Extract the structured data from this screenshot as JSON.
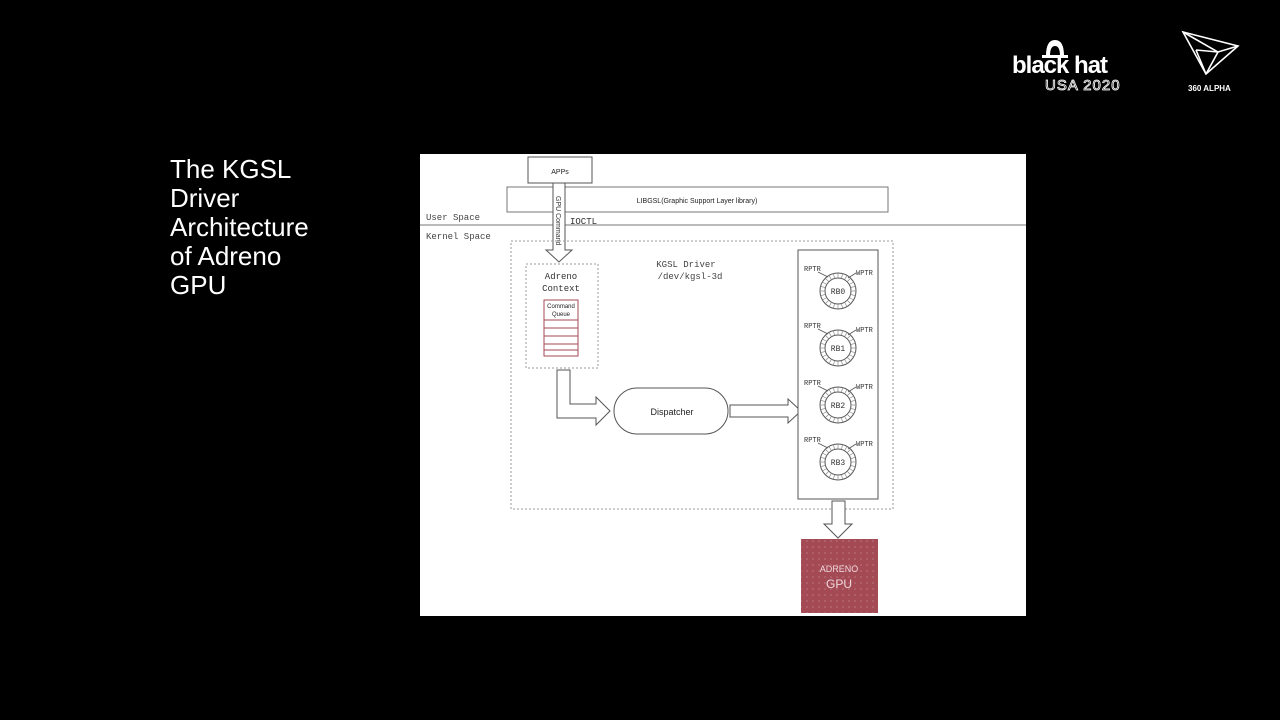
{
  "slide": {
    "title": "The KGSL\nDriver\nArchitecture\nof Adreno\nGPU"
  },
  "logos": {
    "blackhat_word": "black hat",
    "blackhat_sub": "USA 2020",
    "alpha_label": "360 ALPHA"
  },
  "diagram": {
    "apps": "APPs",
    "libgsl": "LIBGSL(Graphic Support Layer library)",
    "user_space": "User Space",
    "kernel_space": "Kernel Space",
    "gpu_command": "GPU Command",
    "ioctl": "IOCTL",
    "adreno_context_line1": "Adreno",
    "adreno_context_line2": "Context",
    "command_queue_line1": "Command",
    "command_queue_line2": "Queue",
    "kgsl_driver": "KGSL Driver",
    "kgsl_path": "/dev/kgsl-3d",
    "dispatcher": "Dispatcher",
    "ring_buffers": [
      {
        "name": "RB0",
        "rptr": "RPTR",
        "wptr": "WPTR"
      },
      {
        "name": "RB1",
        "rptr": "RPTR",
        "wptr": "WPTR"
      },
      {
        "name": "RB2",
        "rptr": "RPTR",
        "wptr": "WPTR"
      },
      {
        "name": "RB3",
        "rptr": "RPTR",
        "wptr": "WPTR"
      }
    ],
    "gpu_line1": "ADRENO",
    "gpu_line2": "GPU",
    "gpu_color": "#a34a55"
  }
}
